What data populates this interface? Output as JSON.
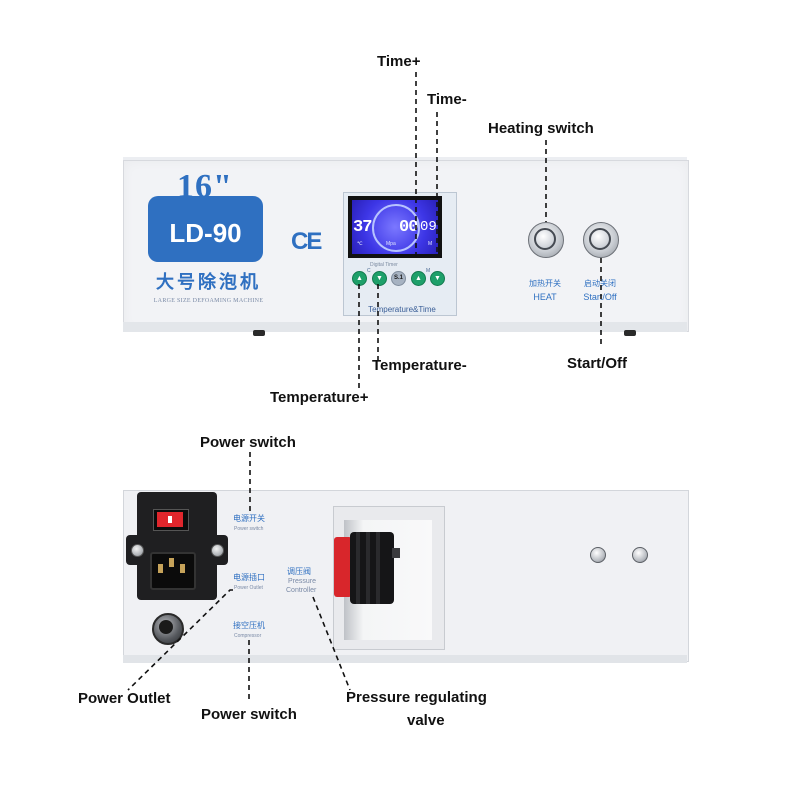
{
  "colors": {
    "panel": "#f2f3f6",
    "brand_blue": "#2f70c1",
    "lcd_blue": "#3d36e6",
    "button_green": "#1ea06a",
    "switch_red": "#e0262c",
    "callout_text": "#111111"
  },
  "front_panel": {
    "badge_size": "16\"",
    "model": "LD-90",
    "brand_cn": "大号除泡机",
    "brand_en": "LARGE SIZE DEFOAMING MACHINE",
    "ce_mark": "CE",
    "controller": {
      "lcd_temp": "37",
      "lcd_time": "00",
      "lcd_time_frac": "09",
      "lcd_unit_c": "℃",
      "lcd_unit_mpa": "Mpa",
      "lcd_unit_m": "M",
      "label": "Digital Timer",
      "buttons": [
        {
          "glyph": "▲",
          "caption": "C"
        },
        {
          "glyph": "▼",
          "caption": ""
        },
        {
          "glyph": "S.1",
          "caption": ""
        },
        {
          "glyph": "▲",
          "caption": "M"
        },
        {
          "glyph": "▼",
          "caption": ""
        }
      ],
      "panel_label": "Temperature&Time"
    },
    "heat_switch": {
      "cn": "加热开关",
      "en": "HEAT"
    },
    "start_switch": {
      "cn": "启动关闭",
      "en": "Start/Off"
    }
  },
  "back_panel": {
    "power_switch": {
      "cn": "电源开关",
      "en": "Power switch"
    },
    "power_outlet": {
      "cn": "电源插口",
      "en": "Power Outlet"
    },
    "compressor": {
      "cn": "接空压机",
      "en": "Compressor"
    },
    "pressure_valve": {
      "cn": "调压阀",
      "en1": "Pressure",
      "en2": "Controller"
    }
  },
  "callouts": {
    "time_plus": "Time+",
    "time_minus": "Time-",
    "heating_switch": "Heating switch",
    "temperature_minus": "Temperature-",
    "start_off": "Start/Off",
    "temperature_plus": "Temperature+",
    "power_switch_top": "Power switch",
    "power_outlet": "Power Outlet",
    "power_switch_bottom": "Power switch",
    "pressure_valve_line1": "Pressure regulating",
    "pressure_valve_line2": "valve"
  }
}
